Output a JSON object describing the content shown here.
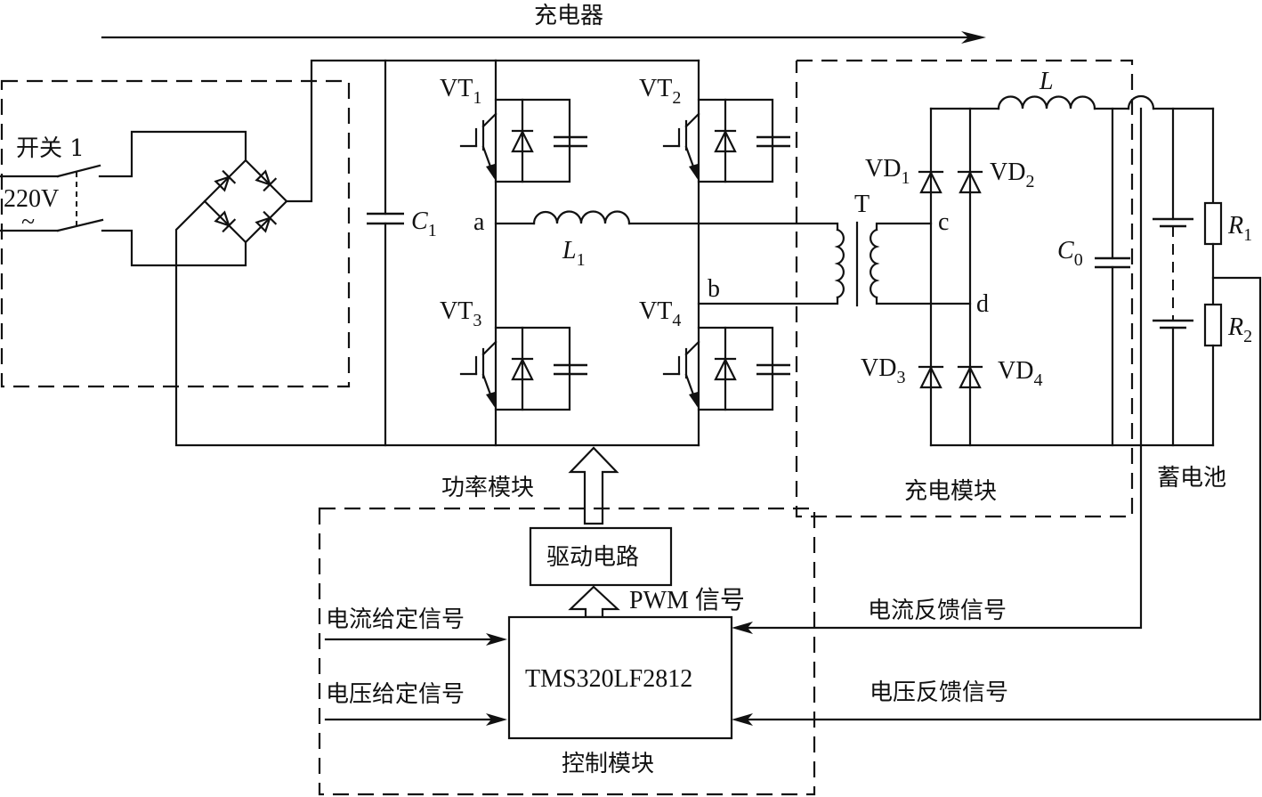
{
  "diagram": {
    "title_arrow_label": "充电器",
    "modules": {
      "power": "功率模块",
      "charging": "充电模块",
      "control": "控制模块",
      "battery": "蓄电池"
    },
    "input": {
      "switch_label": "开关 1",
      "voltage_label": "220V",
      "ac_symbol": "~"
    },
    "components": {
      "C1": {
        "letter": "C",
        "sub": "1"
      },
      "L1": {
        "letter": "L",
        "sub": "1"
      },
      "VT1": {
        "letter": "VT",
        "sub": "1"
      },
      "VT2": {
        "letter": "VT",
        "sub": "2"
      },
      "VT3": {
        "letter": "VT",
        "sub": "3"
      },
      "VT4": {
        "letter": "VT",
        "sub": "4"
      },
      "T": "T",
      "VD1": {
        "letter": "VD",
        "sub": "1"
      },
      "VD2": {
        "letter": "VD",
        "sub": "2"
      },
      "VD3": {
        "letter": "VD",
        "sub": "3"
      },
      "VD4": {
        "letter": "VD",
        "sub": "4"
      },
      "L": "L",
      "C0": {
        "letter": "C",
        "sub": "0"
      },
      "R1": {
        "letter": "R",
        "sub": "1"
      },
      "R2": {
        "letter": "R",
        "sub": "2"
      }
    },
    "nodes": {
      "a": "a",
      "b": "b",
      "c": "c",
      "d": "d"
    },
    "blocks": {
      "driver": "驱动电路",
      "controller": "TMS320LF2812"
    },
    "signals": {
      "pwm": "PWM 信号",
      "current_ref": "电流给定信号",
      "voltage_ref": "电压给定信号",
      "current_fb": "电流反馈信号",
      "voltage_fb": "电压反馈信号"
    }
  }
}
